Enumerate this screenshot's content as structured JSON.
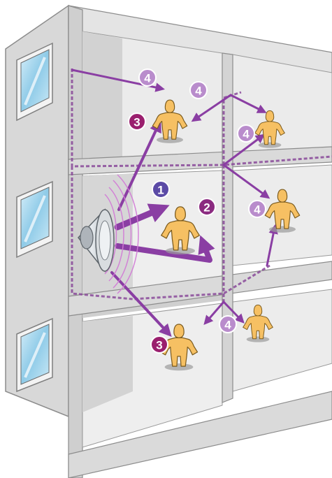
{
  "colors": {
    "concrete": "#dcdcdc",
    "concrete_dark": "#b7b7b7",
    "concrete_light": "#ececec",
    "floor": "#e6e6e6",
    "wall_shadow": "#cfcfcf",
    "person_fill": "#f6c063",
    "person_stroke": "#7a5a1e",
    "person_shadow": "#9b9b9b",
    "arrow": "#8a3ea3",
    "wave": "#d27ad6",
    "window_glass": "#a9d9ef",
    "badge_1": "#5b4aa6",
    "badge_2": "#8b2a80",
    "badge_3": "#9a1f6e",
    "badge_4": "#b98ccc"
  },
  "icons": {
    "loudspeaker": "loudspeaker-icon",
    "person": "person-icon",
    "window": "window-icon"
  },
  "badges": [
    {
      "id": "b1",
      "text": "1",
      "color": "#5b4aa6"
    },
    {
      "id": "b2",
      "text": "2",
      "color": "#8b2a80"
    },
    {
      "id": "b3a",
      "text": "3",
      "color": "#9a1f6e"
    },
    {
      "id": "b3b",
      "text": "3",
      "color": "#9a1f6e"
    },
    {
      "id": "b4a",
      "text": "4",
      "color": "#b98ccc"
    },
    {
      "id": "b4b",
      "text": "4",
      "color": "#b98ccc"
    },
    {
      "id": "b4c",
      "text": "4",
      "color": "#b98ccc"
    },
    {
      "id": "b4d",
      "text": "4",
      "color": "#b98ccc"
    },
    {
      "id": "b4e",
      "text": "4",
      "color": "#b98ccc"
    }
  ]
}
